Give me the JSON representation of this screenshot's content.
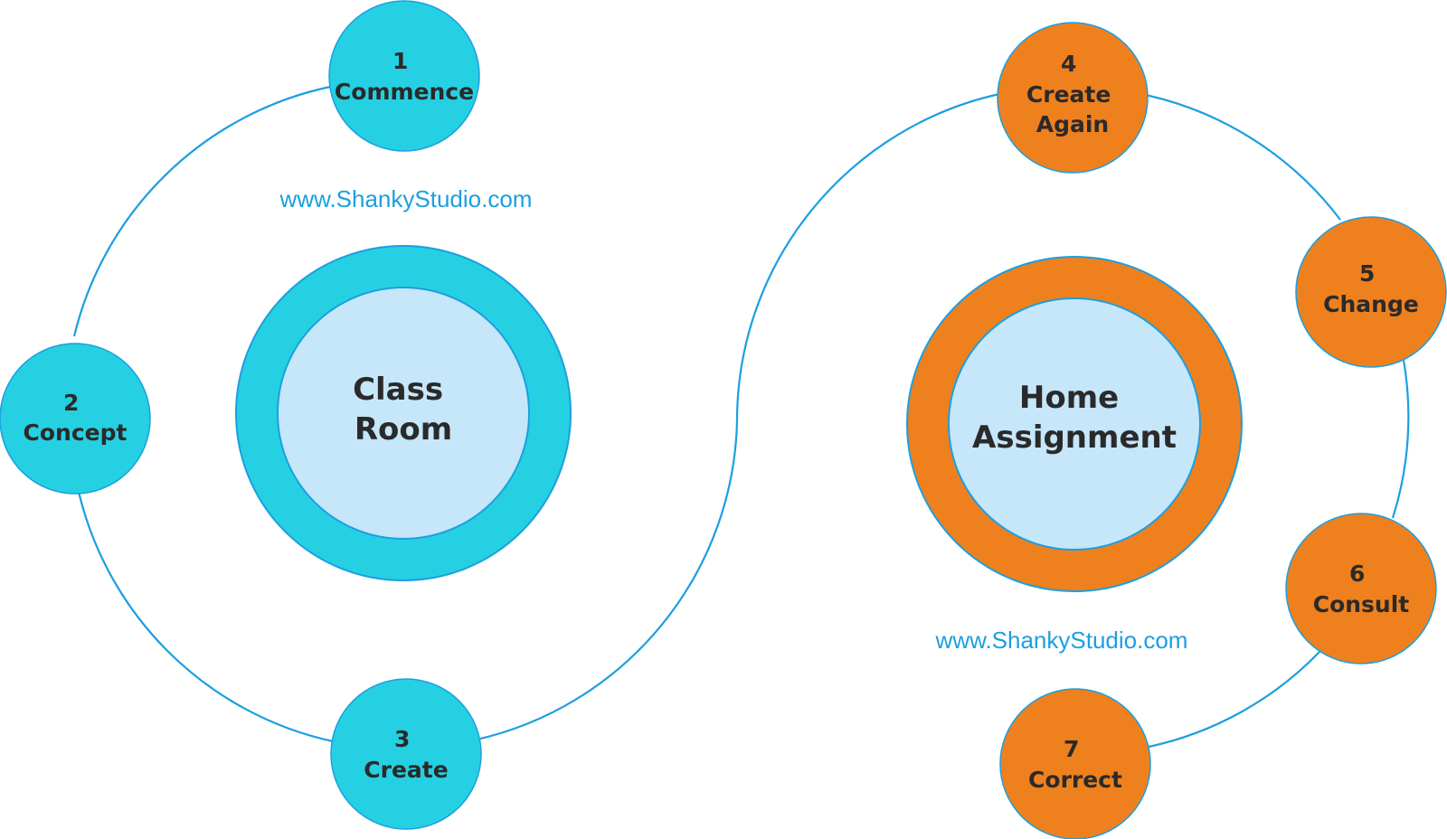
{
  "colors": {
    "teal": "#25d0e2",
    "orange": "#ef801e",
    "hub_inner": "#c6e6f9",
    "connector": "#1b9fe0",
    "text": "#2a2a2a",
    "watermark": "#1b9fe0"
  },
  "watermarks": [
    "www.ShankyStudio.com",
    "www.ShankyStudio.com"
  ],
  "hubs": [
    {
      "lines": [
        "Class",
        "Room"
      ],
      "color": "teal"
    },
    {
      "lines": [
        "Home",
        "Assignment"
      ],
      "color": "orange"
    }
  ],
  "steps": [
    {
      "number": "1",
      "lines": [
        "Commence"
      ],
      "color": "teal"
    },
    {
      "number": "2",
      "lines": [
        "Concept"
      ],
      "color": "teal"
    },
    {
      "number": "3",
      "lines": [
        "Create"
      ],
      "color": "teal"
    },
    {
      "number": "4",
      "lines": [
        "Create",
        "Again"
      ],
      "color": "orange"
    },
    {
      "number": "5",
      "lines": [
        "Change"
      ],
      "color": "orange"
    },
    {
      "number": "6",
      "lines": [
        "Consult"
      ],
      "color": "orange"
    },
    {
      "number": "7",
      "lines": [
        "Correct"
      ],
      "color": "orange"
    }
  ]
}
